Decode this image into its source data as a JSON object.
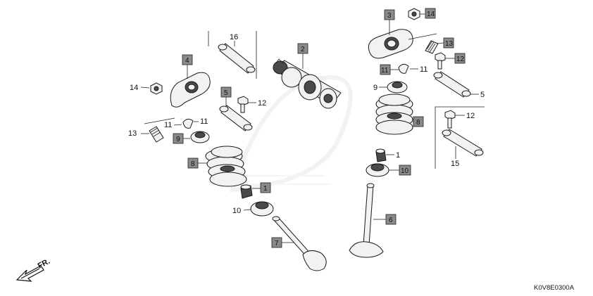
{
  "diagram_code": "K0V8E0300A",
  "front_marker": "FR.",
  "callouts": {
    "c1a": "1",
    "c1b": "1",
    "c2": "2",
    "c3": "3",
    "c4": "4",
    "c5a": "5",
    "c5b": "5",
    "c6": "6",
    "c7": "7",
    "c8a": "8",
    "c8b": "8",
    "c9a": "9",
    "c9b": "9",
    "c10a": "10",
    "c10b": "10",
    "c11a": "11",
    "c11b": "11",
    "c11c": "11",
    "c12a": "12",
    "c12b": "12",
    "c12c": "12",
    "c13a": "13",
    "c13b": "13",
    "c14a": "14",
    "c14b": "14",
    "c15": "15",
    "c16": "16"
  },
  "colors": {
    "box_fill": "#8a8a8a",
    "line": "#222222",
    "watermark": "#e6e6e6"
  }
}
